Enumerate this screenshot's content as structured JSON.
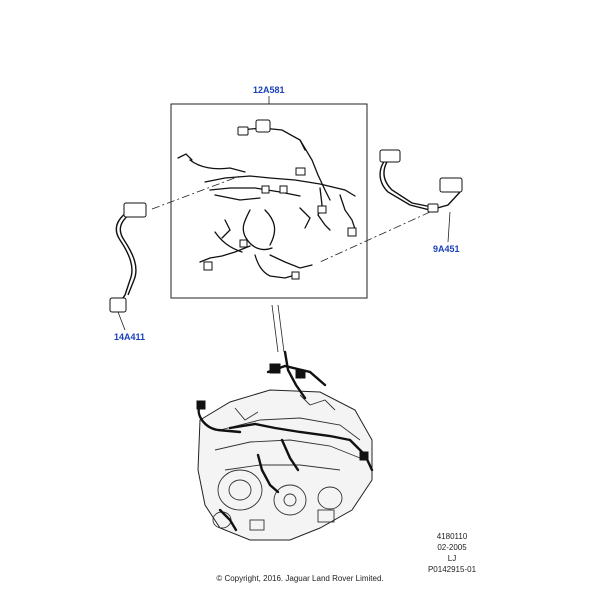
{
  "callouts": [
    {
      "id": "harness",
      "text": "12A581"
    },
    {
      "id": "right",
      "text": "9A451"
    },
    {
      "id": "left",
      "text": "14A411"
    }
  ],
  "meta": {
    "code": "4180110",
    "date": "02-2005",
    "initials": "LJ",
    "ref": "P0142915-01"
  },
  "copyright": "© Copyright, 2016. Jaguar Land Rover Limited.",
  "colors": {
    "callout": "#1a3fb8",
    "line": "#222222",
    "harness": "#111111"
  }
}
